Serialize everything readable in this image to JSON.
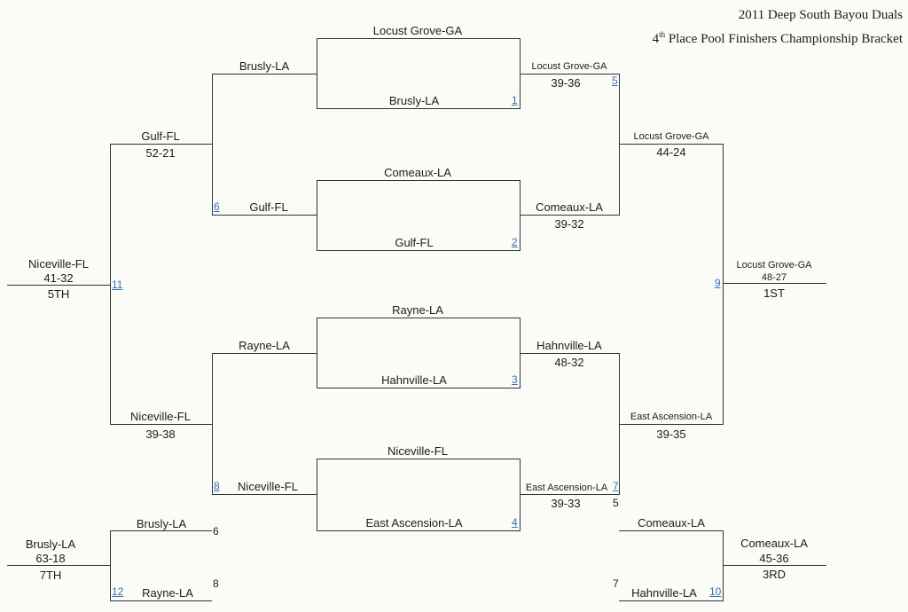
{
  "header": {
    "line1": "2011 Deep South Bayou Duals",
    "line2_prefix": "4",
    "line2_sup": "th",
    "line2_rest": " Place Pool Finishers Championship Bracket"
  },
  "round1": [
    {
      "top": "Locust Grove-GA",
      "bottom": "Brusly-LA",
      "bout": "1"
    },
    {
      "top": "Comeaux-LA",
      "bottom": "Gulf-FL",
      "bout": "2"
    },
    {
      "top": "Rayne-LA",
      "bottom": "Hahnville-LA",
      "bout": "3"
    },
    {
      "top": "Niceville-FL",
      "bottom": "East Ascension-LA",
      "bout": "4"
    }
  ],
  "left_r2": {
    "top_entry": "Brusly-LA",
    "bottom_entry": "Gulf-FL",
    "bottom_bout": "6",
    "top_entry2": "Rayne-LA",
    "bottom_entry2": "Niceville-FL",
    "bottom_bout2": "8"
  },
  "right_r2": [
    {
      "winner": "Locust Grove-GA",
      "score": "39-36",
      "bout": "5"
    },
    {
      "winner": "Comeaux-LA",
      "score": "39-32"
    },
    {
      "winner": "Hahnville-LA",
      "score": "48-32"
    },
    {
      "winner": "East Ascension-LA",
      "score": "39-33",
      "bout": "7",
      "extra": "5"
    }
  ],
  "left_semis": [
    {
      "winner": "Gulf-FL",
      "score": "52-21"
    },
    {
      "winner": "Niceville-FL",
      "score": "39-38"
    }
  ],
  "right_semis": [
    {
      "winner": "Locust Grove-GA",
      "score": "44-24"
    },
    {
      "winner": "East Ascension-LA",
      "score": "39-35"
    }
  ],
  "fifth": {
    "winner": "Niceville-FL",
    "score": "41-32",
    "place": "5TH",
    "bout": "11"
  },
  "first": {
    "winner": "Locust Grove-GA",
    "score": "48-27",
    "place": "1ST",
    "bout": "9"
  },
  "seventh": {
    "top": "Brusly-LA",
    "top_seed": "6",
    "bottom": "Rayne-LA",
    "bottom_seed": "8",
    "winner": "Brusly-LA",
    "score": "63-18",
    "place": "7TH",
    "bout": "12"
  },
  "third": {
    "top": "Comeaux-LA",
    "top_seed": "5",
    "bottom": "Hahnville-LA",
    "bottom_seed": "7",
    "winner": "Comeaux-LA",
    "score": "45-36",
    "place": "3RD",
    "bout": "10"
  }
}
